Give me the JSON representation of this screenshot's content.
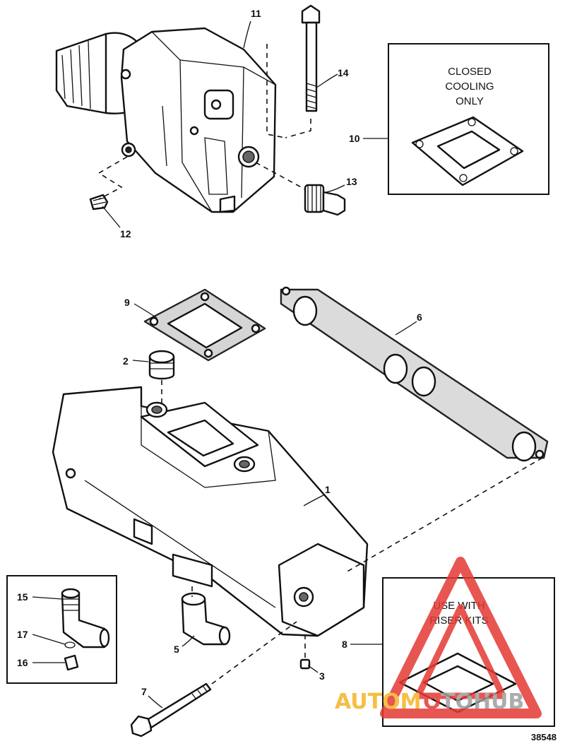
{
  "callouts": {
    "c1": "1",
    "c2": "2",
    "c3": "3",
    "c5": "5",
    "c6": "6",
    "c7": "7",
    "c8": "8",
    "c9": "9",
    "c10": "10",
    "c11": "11",
    "c12": "12",
    "c13": "13",
    "c14": "14",
    "c15": "15",
    "c16": "16",
    "c17": "17"
  },
  "notes": {
    "closed_cooling": [
      "CLOSED",
      "COOLING",
      "ONLY"
    ],
    "riser_kits": [
      "USE WITH",
      "RISER KITS"
    ]
  },
  "figure_number": "38548",
  "watermark": {
    "left": "AUTOM",
    "mid": "O",
    "right": "TOHUB",
    "color_orange": "#f5b324",
    "color_red": "#e53935",
    "color_gray": "#9e9e9e"
  }
}
